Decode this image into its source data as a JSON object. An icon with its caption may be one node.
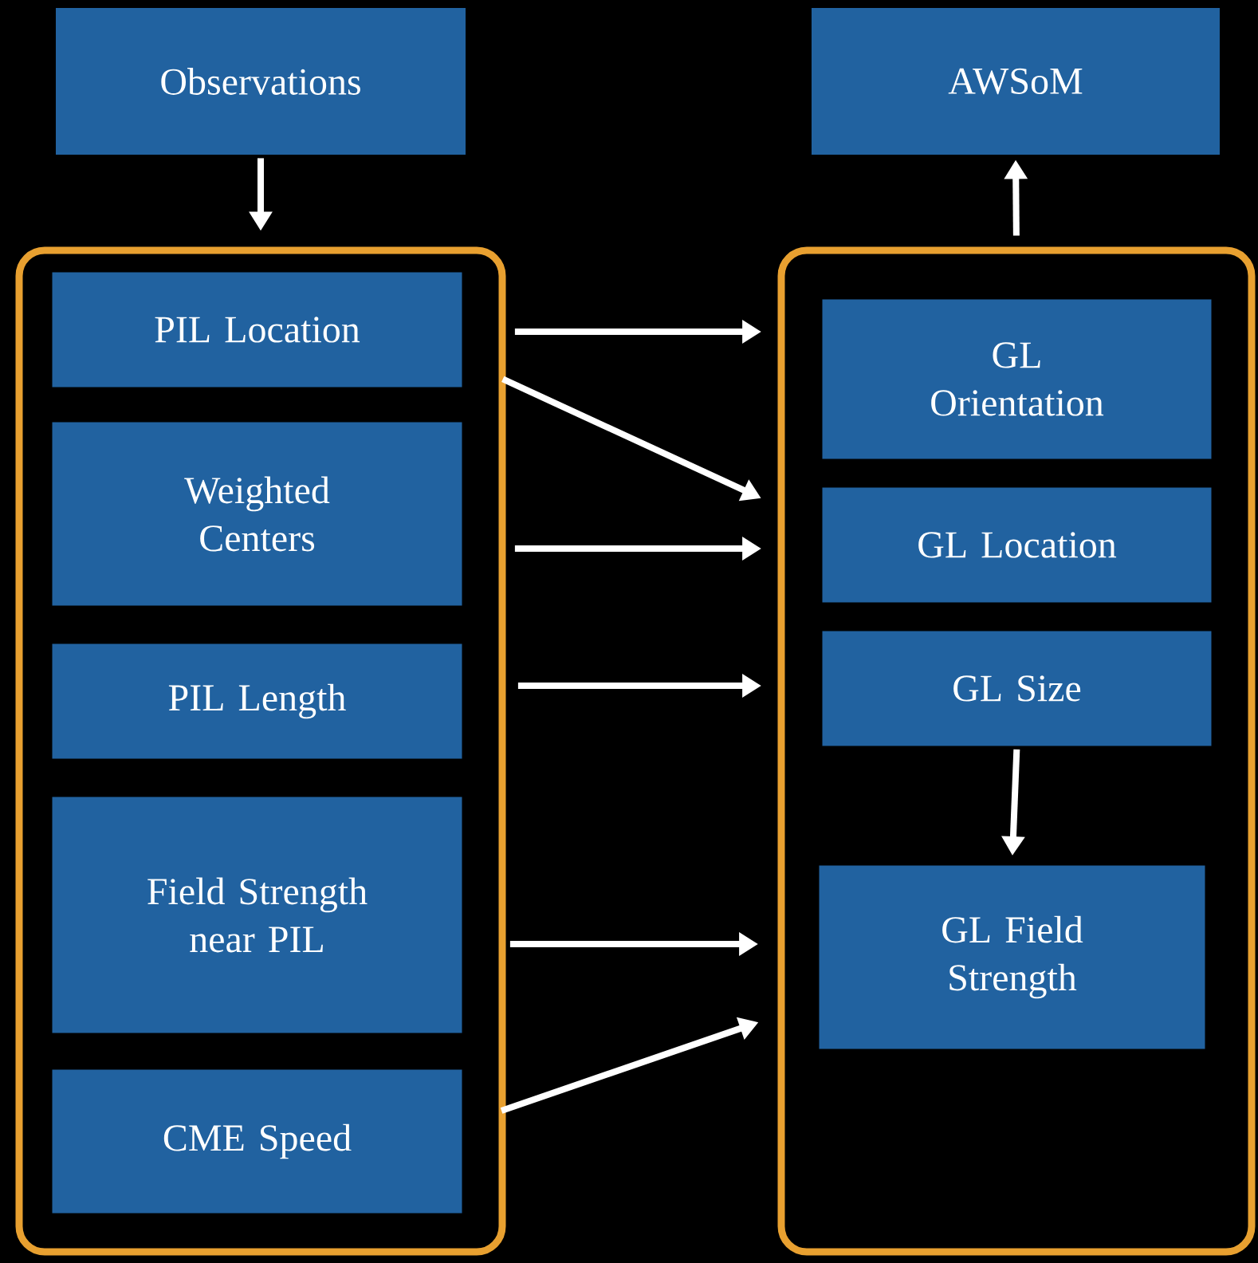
{
  "diagram": {
    "nodes": [
      {
        "text": [
          "Observations"
        ]
      },
      {
        "text": [
          "AWSoM"
        ]
      },
      {
        "text": [],
        "shape": "box"
      },
      {
        "text": [
          "PIL Location"
        ],
        "in": 2
      },
      {
        "text": [
          "Weighted Centers"
        ],
        "in": 2
      },
      {
        "text": [
          "PIL Length"
        ],
        "in": 2
      },
      {
        "text": [
          "Field Strength near PIL"
        ],
        "in": 2
      },
      {
        "text": [
          "CME Speed"
        ],
        "in": 2
      },
      {
        "text": [],
        "shape": "box"
      },
      {
        "text": [
          "GL Orientation"
        ],
        "in": 8
      },
      {
        "text": [
          "GL Location"
        ],
        "in": 8
      },
      {
        "text": [
          "GL Size"
        ],
        "in": 8
      },
      {
        "text": [
          "GL Field Strength"
        ],
        "in": 8
      }
    ],
    "edges": [
      {
        "from": 0,
        "to": 2,
        "arrow": "to"
      },
      {
        "from": 8,
        "to": 1,
        "arrow": "to"
      },
      {
        "from": 3,
        "to": 9,
        "arrow": "to"
      },
      {
        "from": 3,
        "to": 10,
        "arrow": "to"
      },
      {
        "from": 4,
        "to": 10,
        "arrow": "to"
      },
      {
        "from": 5,
        "to": 11,
        "arrow": "to"
      },
      {
        "from": 6,
        "to": 12,
        "arrow": "to"
      },
      {
        "from": 7,
        "to": 12,
        "arrow": "to"
      },
      {
        "from": 11,
        "to": 12,
        "arrow": "to"
      }
    ]
  }
}
